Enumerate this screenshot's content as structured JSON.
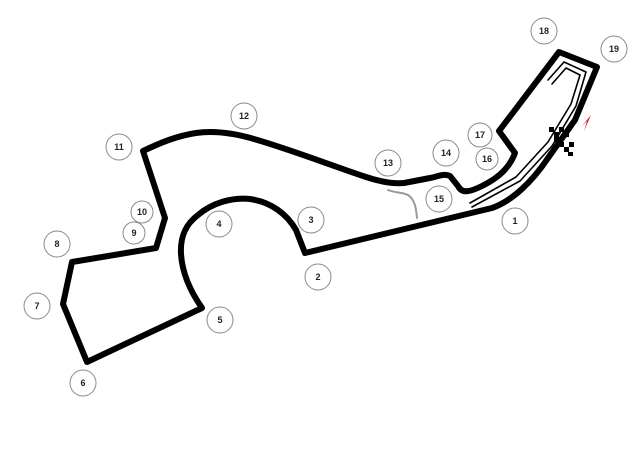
{
  "circuit": {
    "turns": [
      {
        "label": "1"
      },
      {
        "label": "2"
      },
      {
        "label": "3"
      },
      {
        "label": "4"
      },
      {
        "label": "5"
      },
      {
        "label": "6"
      },
      {
        "label": "7"
      },
      {
        "label": "8"
      },
      {
        "label": "9"
      },
      {
        "label": "10"
      },
      {
        "label": "11"
      },
      {
        "label": "12"
      },
      {
        "label": "13"
      },
      {
        "label": "14"
      },
      {
        "label": "15"
      },
      {
        "label": "16"
      },
      {
        "label": "17"
      },
      {
        "label": "18"
      },
      {
        "label": "19"
      }
    ],
    "icons": {
      "finish": "checkered-flag-icon",
      "direction": "direction-arrow-icon"
    },
    "colors": {
      "track": "#000000",
      "background": "#ffffff",
      "direction_arrow": "#e0141e",
      "runoff": "#9a9a9a"
    }
  }
}
